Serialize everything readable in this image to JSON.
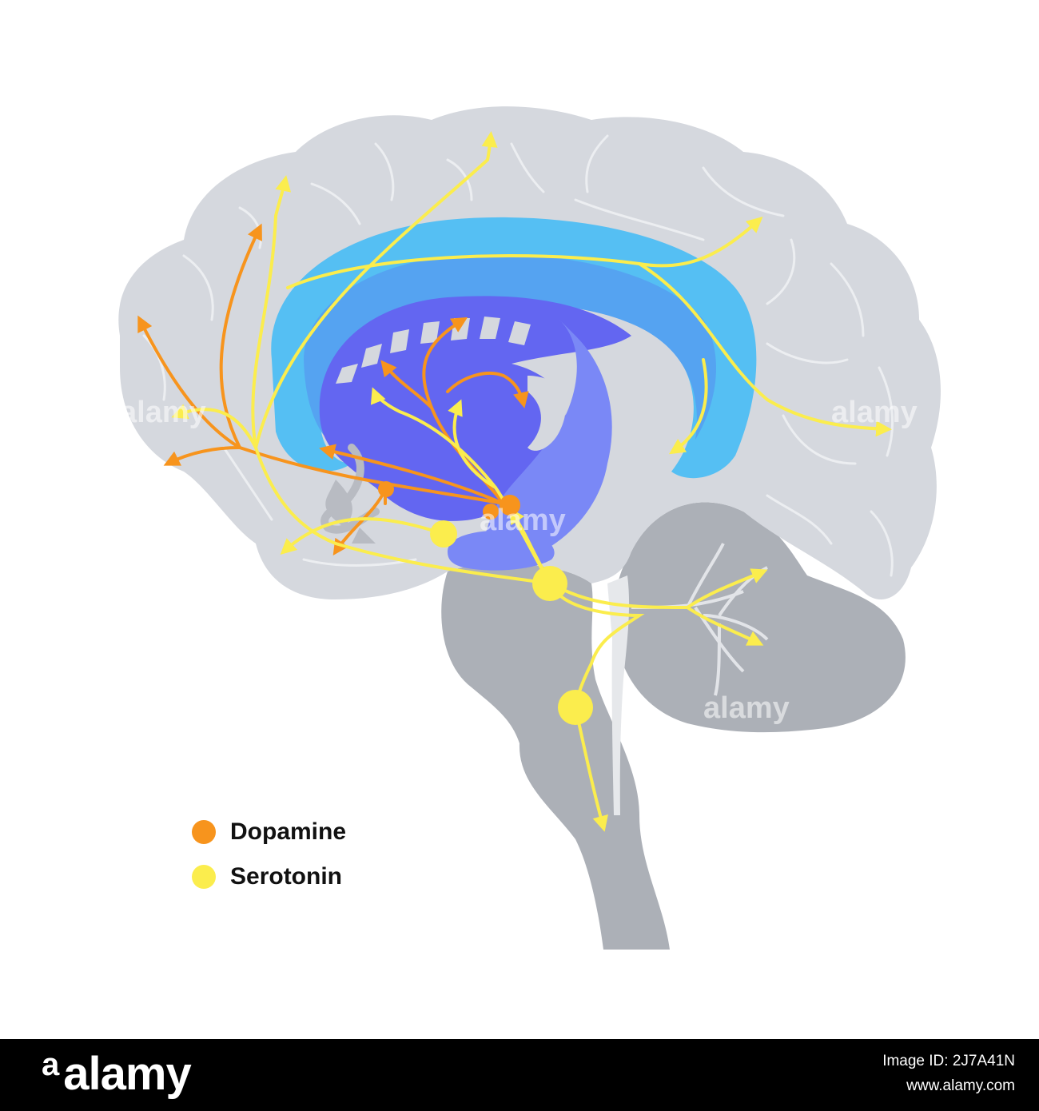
{
  "legend": {
    "items": [
      {
        "label": "Dopamine",
        "color": "#f7941d"
      },
      {
        "label": "Serotonin",
        "color": "#fbed4d"
      }
    ]
  },
  "colors": {
    "brain": "#d5d8de",
    "brainstem": "#acb0b7",
    "gyrus_lines": "#eceef1",
    "corpus_callosum_outer": "#55bff3",
    "corpus_callosum_mid": "#55a3f1",
    "fornix": "#6366f1",
    "hippocampus": "#7a88f6",
    "dopamine": "#f7941d",
    "serotonin": "#fbed4d"
  },
  "watermark": {
    "text": "alamy"
  },
  "footer": {
    "logo": "alamy",
    "logo_mark": "a",
    "image_id_line": "Image ID: 2J7A41N",
    "site_line": "www.alamy.com"
  }
}
